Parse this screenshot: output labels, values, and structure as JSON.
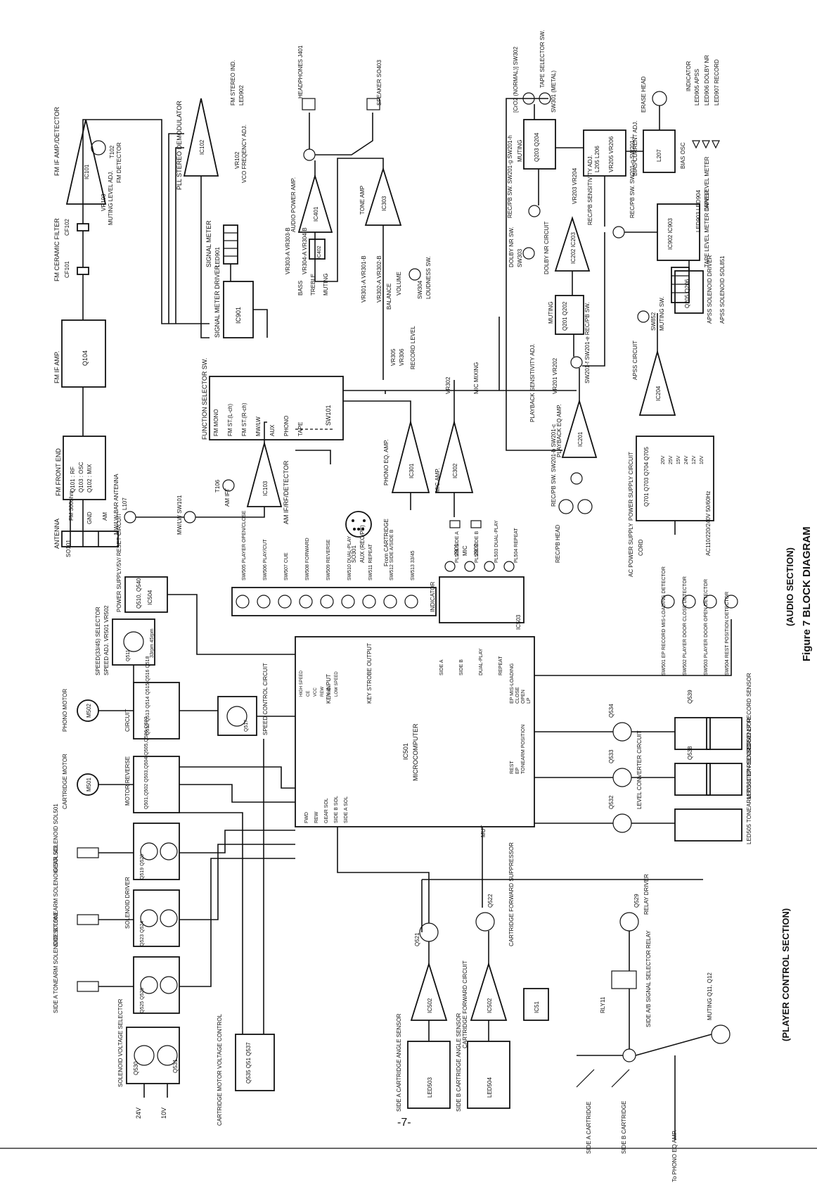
{
  "page_number": "-7-",
  "figure_title": "Figure 7  BLOCK DIAGRAM",
  "sections": {
    "audio": "(AUDIO SECTION)",
    "player": "(PLAYER CONTROL SECTION)"
  },
  "audio": {
    "antenna": "ANTENNA",
    "so101": "SO101",
    "fm300": "FM 300ohm",
    "gnd": "GND",
    "am": "AM",
    "fm_front_end": "FM FRONT END",
    "q101": "Q101 : RF",
    "q103": "Q103 : OSC",
    "q102": "Q102 : MIX",
    "mw_lw_bar": "MW/LW BAR ANTENNA",
    "l107": "L107",
    "fm_if_amp": "FM IF AMP.",
    "q104": "Q104",
    "fm_ceramic_filter": "FM CERAMIC FILTER",
    "cf101": "CF101",
    "cf102": "CF102",
    "fm_if_amp_detector": "FM IF AMP./DETECTOR",
    "ic101": "IC101",
    "t102": "T102",
    "fm_detector": "FM DETECTOR",
    "vr103": "VR103",
    "muting_level_adj": "MUTING LEVEL ADJ.",
    "pll_stereo_demod": "PLL STEREO DEMODULATOR",
    "ic102": "IC102",
    "fm_stereo_ind": "FM STEREO IND.",
    "led902": "LED902",
    "vr102": "VR102",
    "vco_freq_adj": "VCO FREQENCY ADJ.",
    "signal_meter": "SIGNAL METER",
    "led901": "LED901",
    "signal_meter_driver": "SIGNAL METER DRIVER",
    "ic901": "IC901",
    "function_selector_sw": "FUNCTION SELECTOR SW.",
    "sw101": "SW101",
    "func_labels": [
      "FM MONO",
      "FM ST.(L-ch)",
      "FM ST.(R-ch)",
      "MW/LW",
      "AUX",
      "PHONO",
      "TAPE"
    ],
    "mw_lw_sw": "MW/LW SW101",
    "t106": "T106",
    "am_ift": "AM IFT",
    "ic103": "IC103",
    "am_if_rf_det": "AM IF/RF/DETECTOR",
    "so301": "SO301",
    "aux_rec_pb": "AUX (REC/PB)",
    "from_cartridge": "From CARTRIDGE",
    "phono_eq_amp": "PHONO EQ. AMP.",
    "ic301": "IC301",
    "mic_amp": "MIC AMP.",
    "ic302": "IC302",
    "j901": "J901",
    "mic": "MIC",
    "j902": "J902",
    "vr302": "VR302",
    "mic_mixing": "MIC MIXING",
    "vr305": "VR305",
    "vr306": "VR306",
    "record_level": "RECORD LEVEL",
    "audio_power_amp": "AUDIO POWER AMP.",
    "ic401": "IC401",
    "ic402": "IC402",
    "headphones": "HEADPHONES J401",
    "speaker": "SPEAKER SO403",
    "vr303": "VR303-A VR303-B",
    "vr304": "VR304-A VR304-B",
    "bass": "BASS",
    "treble": "TREBLE",
    "muting": "MUTING",
    "tone_amp": "TONE AMP",
    "ic303": "IC303",
    "vr301": "VR301-A VR301-B",
    "vr302ab": "VR302-A VR302-B",
    "balance": "BALANCE",
    "volume": "VOLUME",
    "sw304": "SW304",
    "loudness": "LOUDNESS SW.",
    "rec_pb_head": "REC/PB HEAD",
    "rec_pb_sw_c": "REC/PB SW. SW201-b SW201-c",
    "playback_eq_amp": "PLAYBACK EQ AMP.",
    "ic201": "IC201",
    "playback_sens": "PLAYBACK SENSITIVITY ADJ.",
    "vr201": "VR201 VR202",
    "rec_pb_sw_f": "SW201-f SW201-e REC/PB SW.",
    "muting_q201": "MUTING",
    "q201": "Q201 Q202",
    "dolby_nr_sw": "DOLBY NR SW.",
    "sw303": "SW303",
    "dolby_nr_circuit": "DOLBY NR CIRCUIT",
    "ic202": "IC202 IC203",
    "rec_pb_sw_g": "REC/PB SW. SW201-g SW201-h",
    "vr203": "VR203 VR204",
    "rec_sens": "REC/PB SENSITIVITY ADJ.",
    "muting_q203": "MUTING",
    "q203": "Q203 Q204",
    "cro2": "[CrO2 (NORMAL)] SW302",
    "tape_selector": "TAPE SELECTOR SW.",
    "sw301": "SW301 (METAL)",
    "l205": "L205 L206",
    "vr205": "VR205 VR206",
    "bias_current": "BIAS CURRENT ADJ.",
    "rec_pb_sw_i": "REC/PB SW. SW201-g SW201-i",
    "erase_head": "ERASE HEAD",
    "l207": "L207",
    "bias_osc": "BIAS OSC",
    "indicator": "INDICATOR",
    "led905": "LED905 APSS",
    "led906": "LED906 DOLBY NR",
    "led907": "LED907 RECORD",
    "ic902": "IC902 IC903",
    "tape_level_driver": "TAPE LEVEL METER DRIVER",
    "led903": "LED903 LED904",
    "tape_level_meter": "TAPE LEVEL METER",
    "apss_circuit": "APSS CIRCUIT",
    "ic204": "IC204",
    "sw852": "SW852",
    "muting_sw": "MUTING SW.",
    "apss_sol_driver": "APSS SOLENOID DRIVER",
    "q205": "Q205 Q206",
    "apss_solenoid": "APSS SOLENOID SOL851",
    "ac_power_supply": "AC POWER SUPPLY",
    "ac_cord": "CORD",
    "ac_volt": "AC110/220/240V 50/60Hz",
    "power_supply_circuit": "POWER SUPPLY CIRCUIT",
    "q701": "Q701 Q703 Q704 Q705",
    "supply_voltages": [
      "20V",
      "25V",
      "15V",
      "24V",
      "12V",
      "10V"
    ]
  },
  "player": {
    "solenoid_voltage_selector": "SOLENOID VOLTAGE SELECTOR",
    "q530": "Q530",
    "q531": "Q531",
    "v24": "24V",
    "v10": "10V",
    "side_a_tonearm_sol": "SIDE A TONEARM SOLENOID SOL503",
    "side_b_tonearm_sol": "SIDE B TONEARM SOLENOID SOL502",
    "gear_sol": "GEAR SOLENOID SOL501",
    "solenoid_driver": "SOLENOID DRIVER",
    "q525": "Q525 Q526",
    "q523": "Q523 Q524",
    "q519": "Q519 Q520",
    "cartridge_motor": "CARTRIDGE MOTOR",
    "m501": "M501",
    "motor_reverse": "MOTOR REVERSE",
    "q501": "Q501,Q502 Q503,Q504 Q505,Q506,Q507",
    "phono_motor": "PHONO MOTOR",
    "m502": "M502",
    "circuit": "CIRCUIT",
    "q512": "Q512 Q513 Q514 Q515 Q516 Q518",
    "speed_selector": "SPEED(33/45) SELECTOR",
    "speed_adj": "SPEED ADJ. VR501 VR502",
    "rpm": "33rpm 45rpm",
    "q511": "Q511",
    "power_supply_reset": "POWER SUPPLY/5V/ RESET CIRCUIT",
    "q510": "Q510, Q540",
    "ic504": "IC504",
    "q517": "Q517",
    "speed_control": "SPEED CONTROL CIRCUIT",
    "cart_motor_vc": "CARTRIDGE MOTOR VOLTAGE CONTROL",
    "q535": "Q535 Q51 Q537",
    "microcomputer": "MICROCOMPUTER",
    "ic501": "IC501",
    "key_input": "KEY INPUT",
    "key_strobe": "KEY STROBE OUTPUT",
    "mc_left_pins": [
      "FWD",
      "REW",
      "GEAR SOL",
      "SIDE B SOL",
      "SIDE A SOL"
    ],
    "mc_top_pins": [
      "HIGH SPEED",
      "CE",
      "VCC",
      "REW",
      "FWD",
      "LOW SPEED"
    ],
    "mc_right_pins": [
      "SIDE A",
      "SIDE B",
      "DUAL-PLAY",
      "REPEAT"
    ],
    "mc_bottom_pins": [
      "EP MIS-LOADING",
      "CLOSE",
      "OPEN",
      "LP",
      "REST",
      "EP",
      "TONEARM POSITION"
    ],
    "mut": "MUT",
    "switches": [
      "SW505 PLAYER OPEN/CLOSE",
      "SW506 PLAY/CUT",
      "SW507 CUE",
      "SW508 FORWARD",
      "SW509 REVERSE",
      "SW510 DUAL-PLAY",
      "SW511 REPEAT",
      "SW512 SIDE A/SIDE B",
      "SW513 33/45"
    ],
    "indicators_title": "INDICATOR",
    "indicators": [
      "PL501 SIDE A",
      "PL502 SIDE B",
      "PL503 DUAL-PLAY",
      "PL504 REPEAT"
    ],
    "ic503": "IC503",
    "detectors": [
      "SW504 REST POSITION DETECTOR",
      "SW503 PLAYER DOOR OPEN DETECTOR",
      "SW502 PLAYER DOOR CLOSE DETECTOR",
      "SW501 EP RECORD MIS-LOADING DETECTOR"
    ],
    "q534": "Q534",
    "q533": "Q533",
    "q532": "Q532",
    "q539": "Q539",
    "q538": "Q538",
    "level_converter": "LEVEL CONVERTER CIRCUIT",
    "led502": "LED502 LP RECORD SENSOR",
    "led501": "LED501 EP RECORD SENSOR",
    "led505": "LED505 TONEARM POSITION SENSOR",
    "q521": "Q521",
    "q522": "Q522",
    "cart_forward_supp": "CARTRIDGE FORWARD SUPPRESSOR",
    "q529": "Q529",
    "relay_driver": "RELAY DRIVER",
    "ic502a": "IC502",
    "ic502b": "IC502",
    "cart_fwd_circuit": "CARTRIDGE FORWARD CIRCUIT",
    "ic51": "IC51",
    "led503": "LED503",
    "side_a_angle": "SIDE A CARTRIDGE ANGLE SENSOR",
    "led504": "LED504",
    "side_b_angle": "SIDE B CARTRIDGE ANGLE SENSOR",
    "rly11": "RLY11",
    "side_ab_relay": "SIDE A/B SIGNAL SELECTOR RELAY",
    "muting_q11": "MUTING Q11, Q12",
    "side_a_cartridge": "SIDE A CARTRIDGE",
    "side_b_cartridge": "SIDE B CARTRIDGE",
    "to_phono_eq": "To PHONO EQ AMP."
  }
}
